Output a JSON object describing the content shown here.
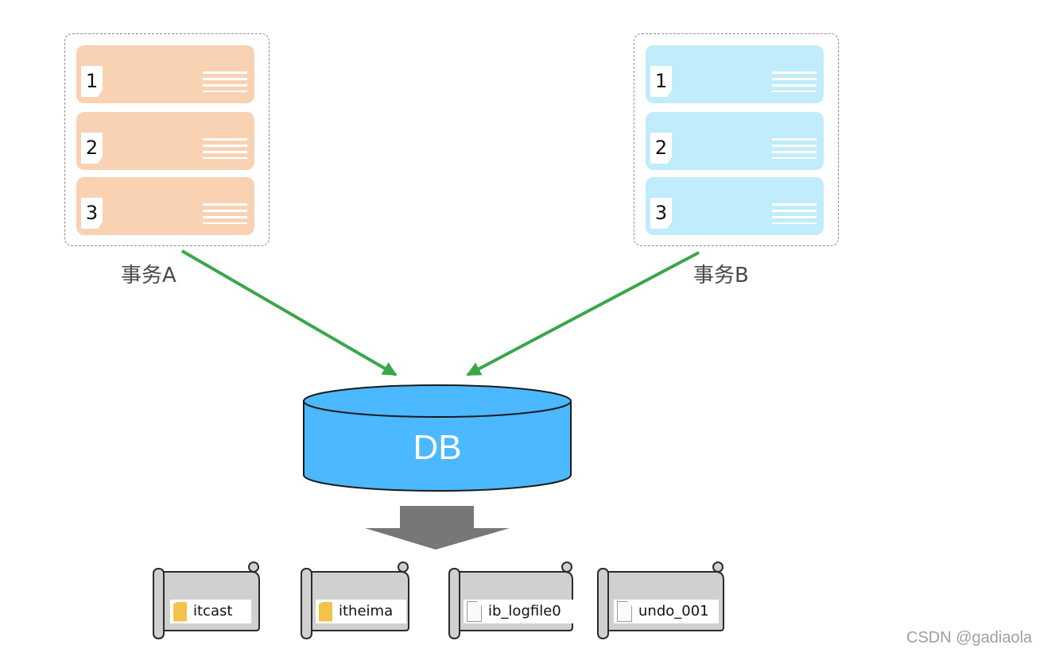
{
  "transaction_a": {
    "label": "事务A",
    "color": "#f8d2b3",
    "steps": [
      "1",
      "2",
      "3"
    ]
  },
  "transaction_b": {
    "label": "事务B",
    "color": "#c0ecfb",
    "steps": [
      "1",
      "2",
      "3"
    ]
  },
  "arrow_color": "#3aa64a",
  "database": {
    "label": "DB",
    "color": "#4cb8ff"
  },
  "files": [
    {
      "name": "itcast",
      "icon": "folder-icon"
    },
    {
      "name": "itheima",
      "icon": "folder-icon"
    },
    {
      "name": "ib_logfile0",
      "icon": "document-icon"
    },
    {
      "name": "undo_001",
      "icon": "document-icon"
    }
  ],
  "watermark": "CSDN @gadiaola"
}
